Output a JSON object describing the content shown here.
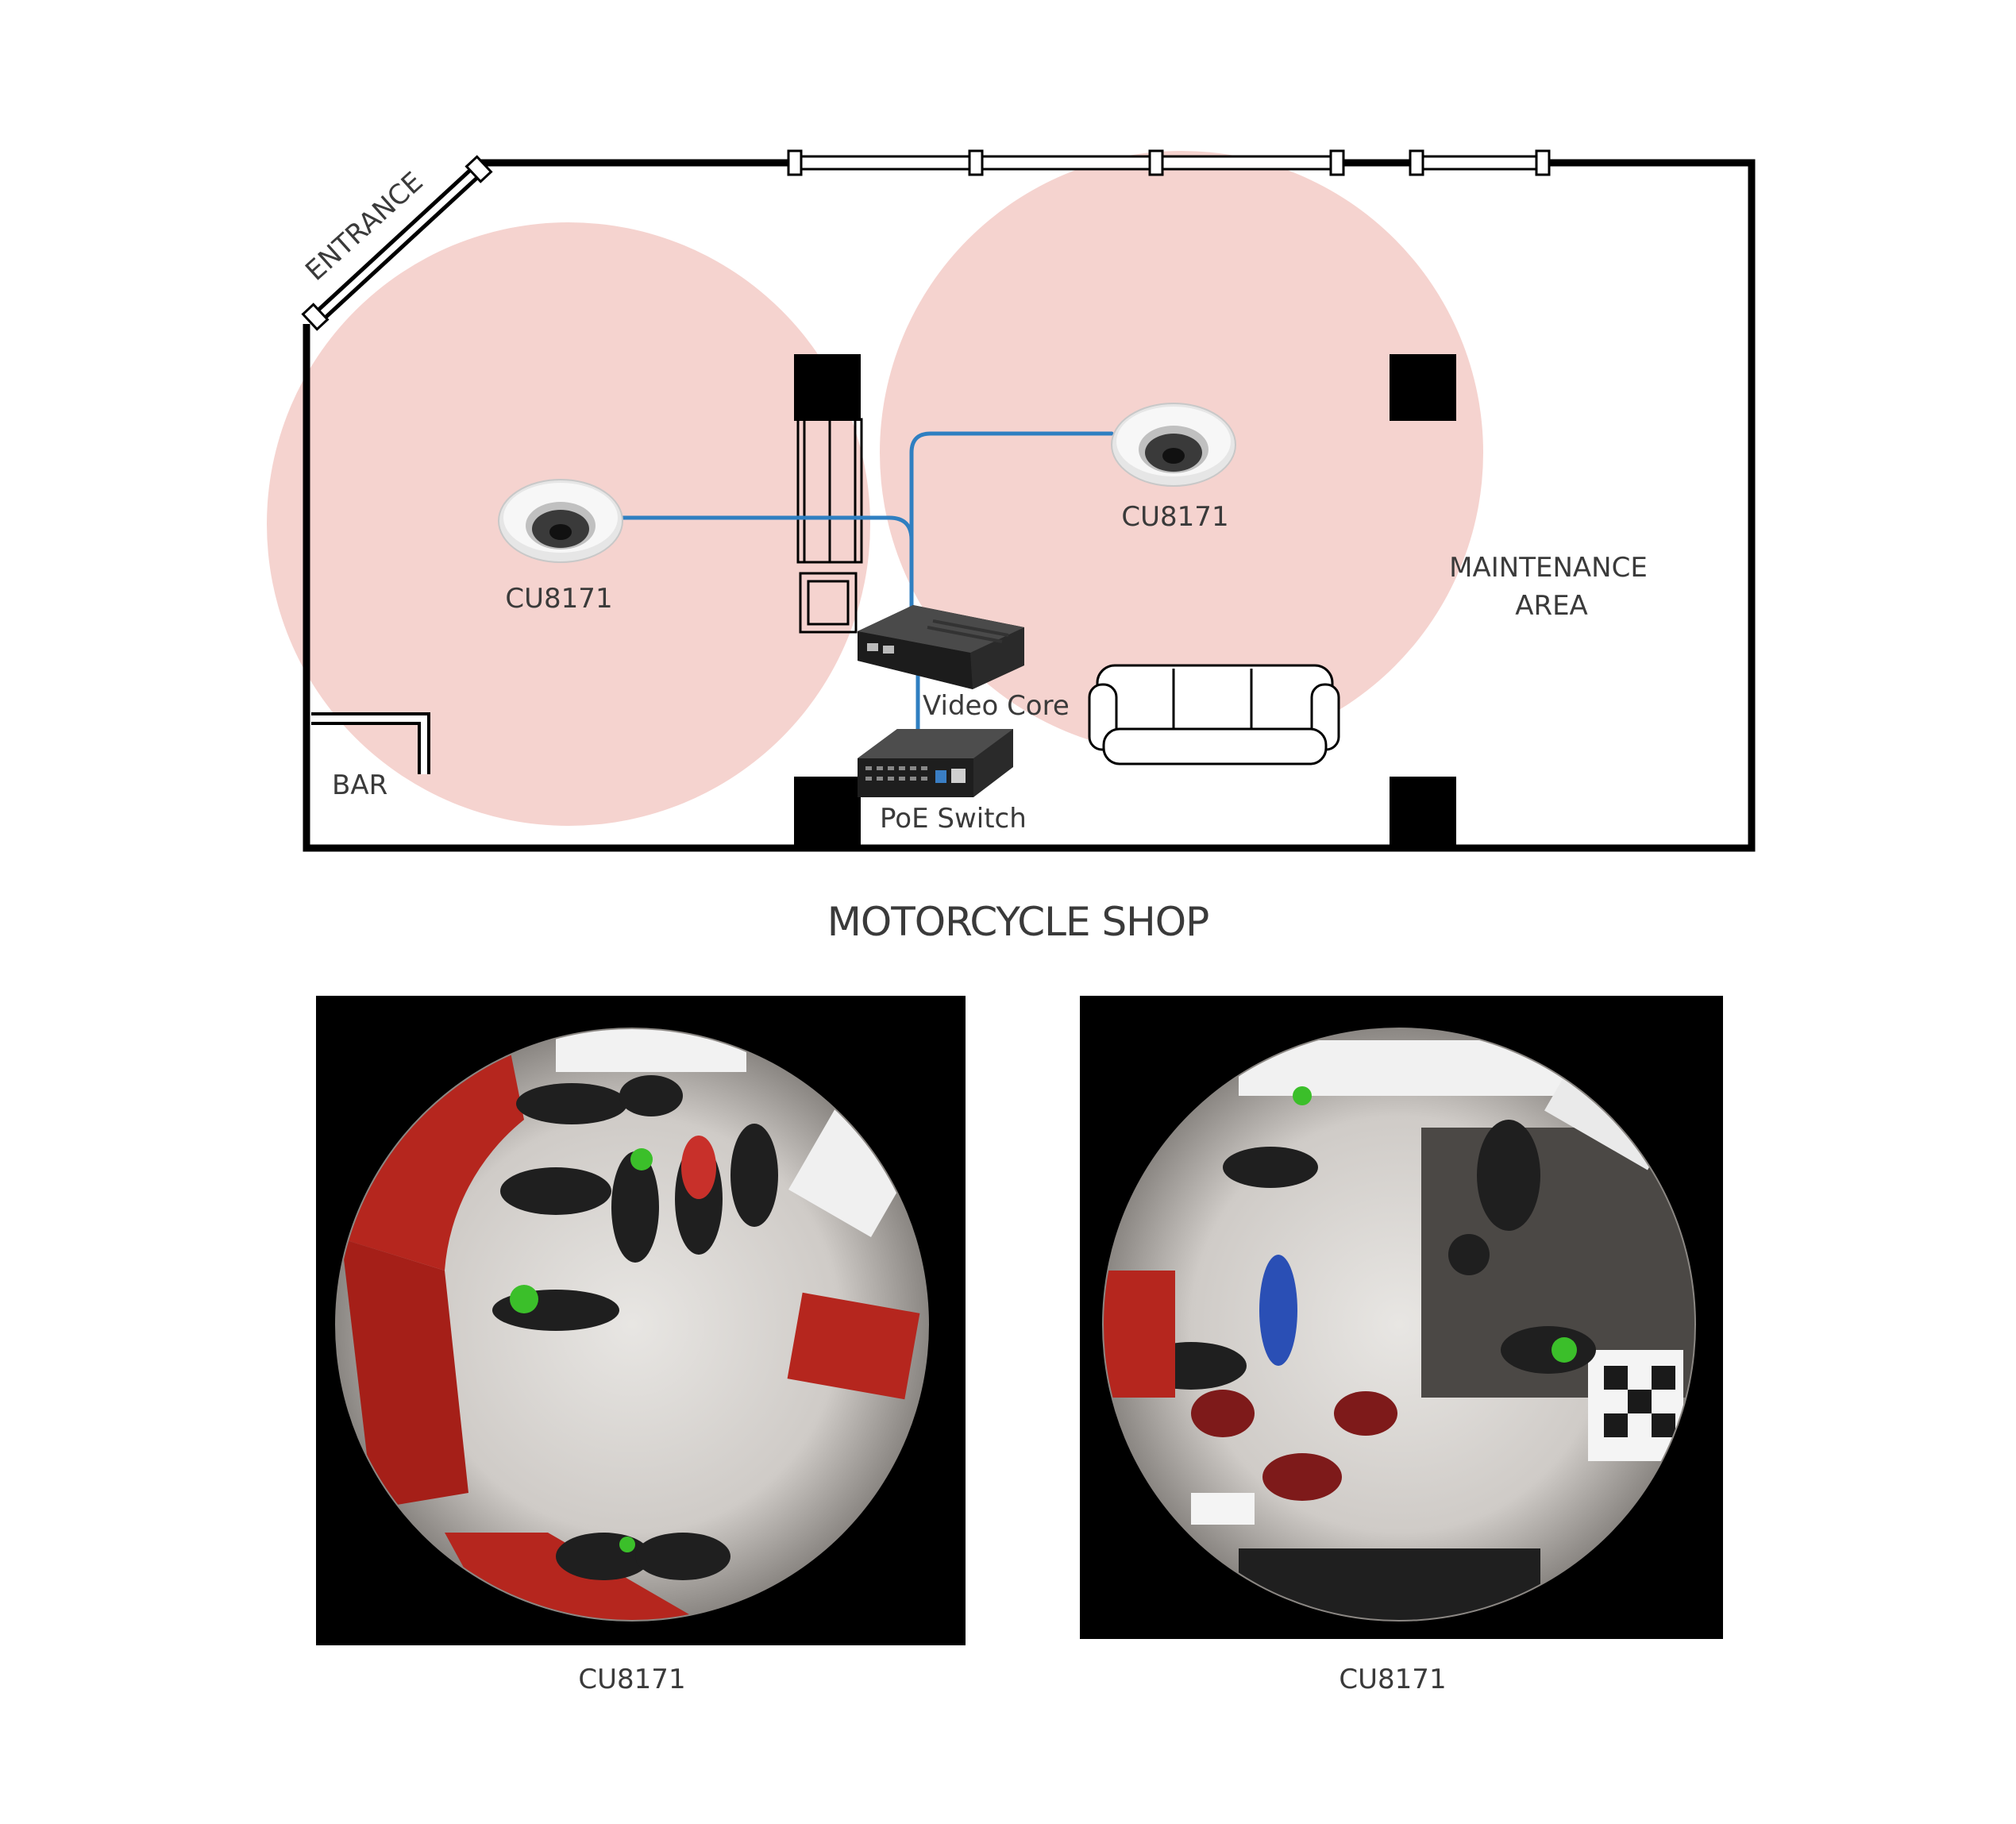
{
  "plan": {
    "entrance_label": "ENTRANCE",
    "bar_label": "BAR",
    "maintenance_label_line1": "MAINTENANCE",
    "maintenance_label_line2": "AREA",
    "camera_left_label": "CU8171",
    "camera_right_label": "CU8171",
    "video_core_label": "Video Core",
    "poe_switch_label": "PoE Switch"
  },
  "title": "MOTORCYCLE SHOP",
  "views": {
    "left_caption": "CU8171",
    "right_caption": "CU8171"
  },
  "colors": {
    "coverage": "#f5d3cf",
    "cable": "#2f7fc1",
    "wall": "#000000",
    "shop_floor": "#d9d6d2",
    "shop_red": "#b5261e"
  }
}
